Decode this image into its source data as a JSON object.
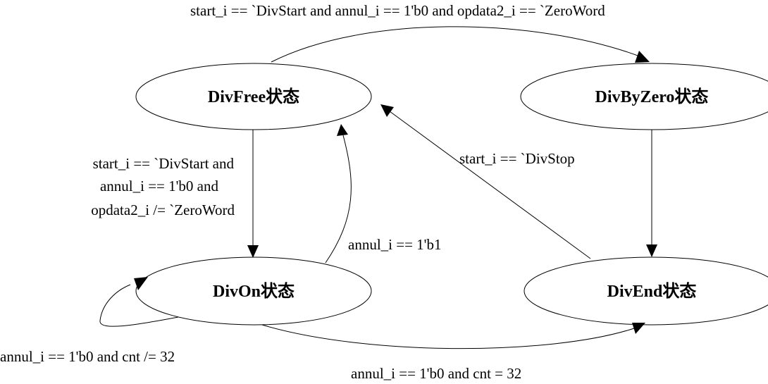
{
  "states": {
    "div_free": "DivFree状态",
    "div_by_zero": "DivByZero状态",
    "div_on": "DivOn状态",
    "div_end": "DivEnd状态"
  },
  "transitions": {
    "free_to_byzero": "start_i == `DivStart and annul_i == 1'b0 and opdata2_i == `ZeroWord",
    "free_to_on": [
      "start_i == `DivStart and",
      "annul_i == 1'b0 and",
      "opdata2_i /= `ZeroWord"
    ],
    "on_to_free": "annul_i == 1'b1",
    "end_to_free": "start_i == `DivStop",
    "on_to_on": "annul_i == 1'b0 and cnt /= 32",
    "on_to_end": "annul_i == 1'b0 and cnt = 32"
  }
}
